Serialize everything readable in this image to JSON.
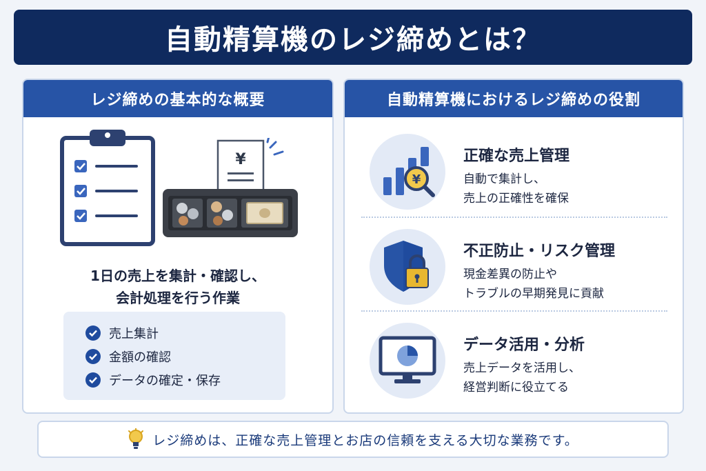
{
  "title": "自動精算機のレジ締めとは？",
  "left_panel": {
    "heading": "レジ締めの基本的な概要",
    "description_line1": "1日の売上を集計・確認し、",
    "description_line2": "会計処理を行う作業",
    "register_symbol": "¥",
    "checklist": [
      "売上集計",
      "金額の確認",
      "データの確定・保存"
    ]
  },
  "right_panel": {
    "heading": "自動精算機におけるレジ締めの役割",
    "roles": [
      {
        "title": "正確な売上管理",
        "desc_line1": "自動で集計し、",
        "desc_line2": "売上の正確性を確保",
        "icon": "bar-chart-magnifier-icon",
        "symbol": "¥"
      },
      {
        "title": "不正防止・リスク管理",
        "desc_line1": "現金差異の防止や",
        "desc_line2": "トラブルの早期発見に貢献",
        "icon": "shield-lock-icon"
      },
      {
        "title": "データ活用・分析",
        "desc_line1": "売上データを活用し、",
        "desc_line2": "経営判断に役立てる",
        "icon": "monitor-pie-chart-icon"
      }
    ]
  },
  "footer": {
    "text": "レジ締めは、正確な売上管理とお店の信頼を支える大切な業務です。",
    "icon": "lightbulb-icon"
  },
  "colors": {
    "navy": "#0f2a5e",
    "blue": "#2754a6",
    "light_blue": "#e3eaf6",
    "gold": "#e8b730"
  }
}
